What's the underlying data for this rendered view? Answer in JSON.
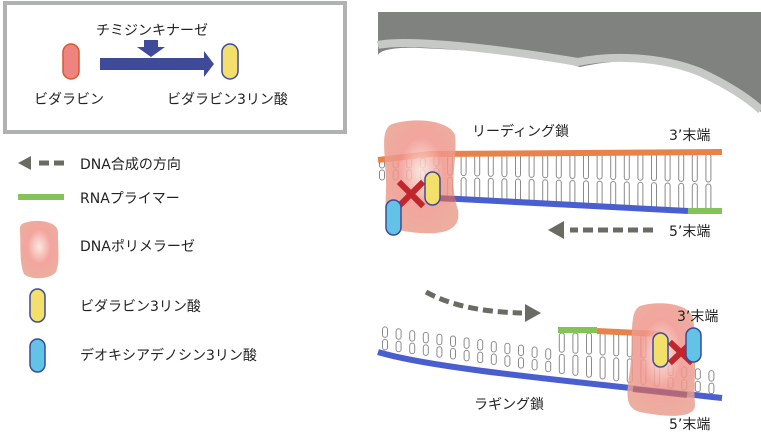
{
  "conversion_box": {
    "enzyme": "チミジンキナーゼ",
    "substrate": "ビダラビン",
    "product": "ビダラビン3リン酸"
  },
  "legend": [
    {
      "icon": "dashed-arrow-icon",
      "label": "DNA合成の方向"
    },
    {
      "icon": "green-bar-icon",
      "label": "RNAプライマー"
    },
    {
      "icon": "polymerase-icon",
      "label": "DNAポリメラーゼ"
    },
    {
      "icon": "yellow-capsule-icon",
      "label": "ビダラビン3リン酸"
    },
    {
      "icon": "blue-capsule-icon",
      "label": "デオキシアデノシン3リン酸"
    }
  ],
  "leading": {
    "title": "リーディング鎖",
    "end3": "3’末端",
    "end5": "5’末端"
  },
  "lagging": {
    "title": "ラギング鎖",
    "end3": "3’末端",
    "end5": "5’末端"
  },
  "colors": {
    "orange": "#e8814a",
    "blue": "#4a5fcf",
    "green": "#84c25a",
    "yellow": "#f2e06a",
    "cyan": "#62c3e6",
    "pink": "#ee8380",
    "navy": "#3f4a99",
    "red_x": "#c0262c",
    "gray_arrow": "#6b6b66"
  }
}
